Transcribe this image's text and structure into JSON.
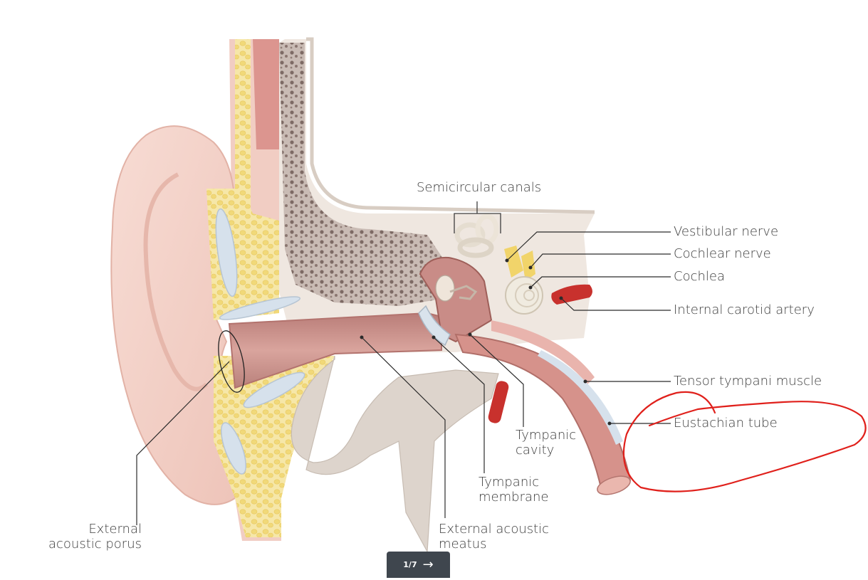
{
  "labels": {
    "semicircular_canals": "Semicircular canals",
    "vestibular_nerve": "Vestibular nerve",
    "cochlear_nerve": "Cochlear nerve",
    "cochlea": "Cochlea",
    "internal_carotid_artery": "Internal carotid artery",
    "tensor_tympani_muscle": "Tensor tympani muscle",
    "eustachian_tube": "Eustachian tube",
    "tympanic_cavity": [
      "Tympanic",
      "cavity"
    ],
    "tympanic_membrane": [
      "Tympanic",
      "membrane"
    ],
    "external_acoustic_meatus": [
      "External acoustic",
      "meatus"
    ],
    "external_acoustic_porus": [
      "External",
      "acoustic porus"
    ]
  },
  "pager": {
    "count": "1/7",
    "next_icon": "arrow-right-icon"
  },
  "colors": {
    "annotation": "#e0201b",
    "pager_bg": "#3f464e",
    "skin": "#f4d3cb",
    "bone": "#ece6df",
    "fat": "#f4e39c",
    "canal": "#c98c87",
    "artery": "#c8312d",
    "nerve": "#f1d46a"
  }
}
